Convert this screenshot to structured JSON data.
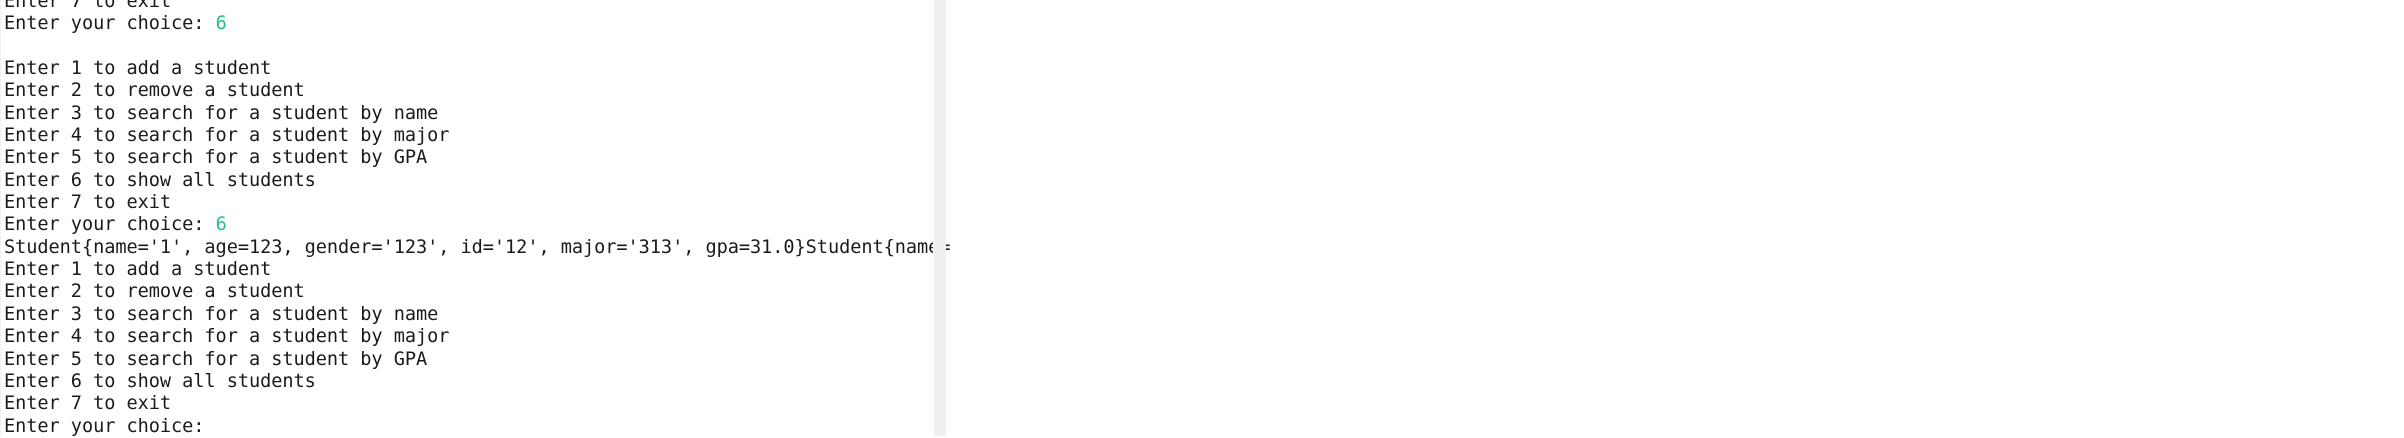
{
  "console": {
    "app_kind": "console-output",
    "colors": {
      "background": "#ffffff",
      "output_text": "#1a1a1a",
      "input_echo_text": "#29bc84",
      "scrollbar_track": "#efefef"
    },
    "prompt_label": "Enter your choice: ",
    "menu": {
      "option_1": "Enter 1 to add a student",
      "option_2": "Enter 2 to remove a student",
      "option_3": "Enter 3 to search for a student by name",
      "option_4": "Enter 4 to search for a student by major",
      "option_5": "Enter 5 to search for a student by GPA",
      "option_6": "Enter 6 to show all students",
      "option_7": "Enter 7 to exit"
    },
    "entered_choice_first": "6",
    "entered_choice_second": "6",
    "student_record_line": "Student{name='1', age=123, gender='123', id='12', major='313', gpa=31.0}Student{name=",
    "lines": [
      {
        "id": "line-01-exit-partial",
        "text": "Enter 7 to exit",
        "kind": "output"
      },
      {
        "id": "line-02-prompt",
        "text": "Enter your choice: ",
        "kind": "prompt",
        "echo": "6"
      },
      {
        "id": "line-03-blank",
        "text": "",
        "kind": "blank"
      },
      {
        "id": "line-04-option-1",
        "text": "Enter 1 to add a student",
        "kind": "output"
      },
      {
        "id": "line-05-option-2",
        "text": "Enter 2 to remove a student",
        "kind": "output"
      },
      {
        "id": "line-06-option-3",
        "text": "Enter 3 to search for a student by name",
        "kind": "output"
      },
      {
        "id": "line-07-option-4",
        "text": "Enter 4 to search for a student by major",
        "kind": "output"
      },
      {
        "id": "line-08-option-5",
        "text": "Enter 5 to search for a student by GPA",
        "kind": "output"
      },
      {
        "id": "line-09-option-6",
        "text": "Enter 6 to show all students",
        "kind": "output"
      },
      {
        "id": "line-10-option-7",
        "text": "Enter 7 to exit",
        "kind": "output"
      },
      {
        "id": "line-11-prompt",
        "text": "Enter your choice: ",
        "kind": "prompt",
        "echo": "6"
      },
      {
        "id": "line-12-student-record",
        "text": "Student{name='1', age=123, gender='123', id='12', major='313', gpa=31.0}Student{name=",
        "kind": "output"
      },
      {
        "id": "line-13-option-1",
        "text": "Enter 1 to add a student",
        "kind": "output"
      },
      {
        "id": "line-14-option-2",
        "text": "Enter 2 to remove a student",
        "kind": "output"
      },
      {
        "id": "line-15-option-3",
        "text": "Enter 3 to search for a student by name",
        "kind": "output"
      },
      {
        "id": "line-16-option-4",
        "text": "Enter 4 to search for a student by major",
        "kind": "output"
      },
      {
        "id": "line-17-option-5",
        "text": "Enter 5 to search for a student by GPA",
        "kind": "output"
      },
      {
        "id": "line-18-option-6",
        "text": "Enter 6 to show all students",
        "kind": "output"
      },
      {
        "id": "line-19-option-7",
        "text": "Enter 7 to exit",
        "kind": "output"
      },
      {
        "id": "line-20-prompt-pending",
        "text": "Enter your choice: ",
        "kind": "prompt",
        "echo": ""
      }
    ]
  }
}
